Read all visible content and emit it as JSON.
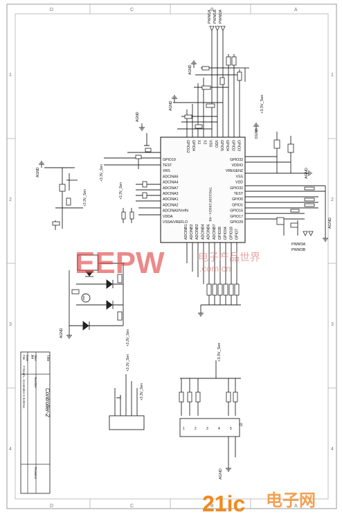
{
  "frame": {
    "col_markers": [
      "D",
      "C",
      "B",
      "A"
    ],
    "row_markers": [
      "1",
      "2",
      "3",
      "4"
    ]
  },
  "chip": {
    "part": "TMS320F2802x-48",
    "left_pins": [
      "GPIO19",
      "TEST",
      "XRS",
      "ADCINA6",
      "ADCINA4",
      "ADCINA7",
      "ADCINA3",
      "ADCINA1",
      "ADCINA2",
      "ADCINA0/Vrefhi",
      "VDDA",
      "VSSA/VREFLO"
    ],
    "right_pins": [
      "GPIO33",
      "VDDIO",
      "VREGENZ",
      "VSS",
      "VDD",
      "GPIO32",
      "TEST",
      "GPIO0",
      "GPIO1",
      "GPIO16",
      "GPIO17",
      "GPIO29"
    ],
    "top_pins": [
      "GPIO12",
      "GPIO4",
      "X1",
      "X2",
      "VSS",
      "VDD",
      "GPIO5",
      "GPIO4",
      "GPIO2",
      "GPIO3"
    ],
    "bottom_pins": [
      "ADCINB1",
      "ADCINB2",
      "ADCINB3",
      "ADCINB4",
      "ADCINB6",
      "ADCINB7",
      "GPIO28",
      "GPIO34",
      "GPIO18",
      "GPIO7"
    ]
  },
  "nets": {
    "pwm_top": [
      "PWM1A",
      "PWM1B",
      "PWM2A"
    ],
    "pwm_right": [
      "PWM3A",
      "PWM3B"
    ],
    "v33": "+3.3V_Sen",
    "v33b": "+3.3V_Sen",
    "vdd_left": "+3.3V_Sen",
    "agnd": "AGND",
    "dgnd": "DGND"
  },
  "title_block": {
    "title_label": "Title",
    "title": "Controller-2",
    "size_label": "Size",
    "size": "A4",
    "number_label": "Number",
    "revision_label": "Revision",
    "date_label": "Date",
    "file_label": "File",
    "file": "F:\\Kum\\...\\Controller-2.SchDoc"
  },
  "connector": {
    "name": "J2",
    "pins": [
      "1",
      "2",
      "3",
      "4",
      "5"
    ]
  },
  "watermark": {
    "eepw": "EEPW",
    "eepw_sub": "电子产品世界",
    "eepw_url": ".com.cn",
    "site": "21ic",
    "site_cn": "电子网"
  }
}
